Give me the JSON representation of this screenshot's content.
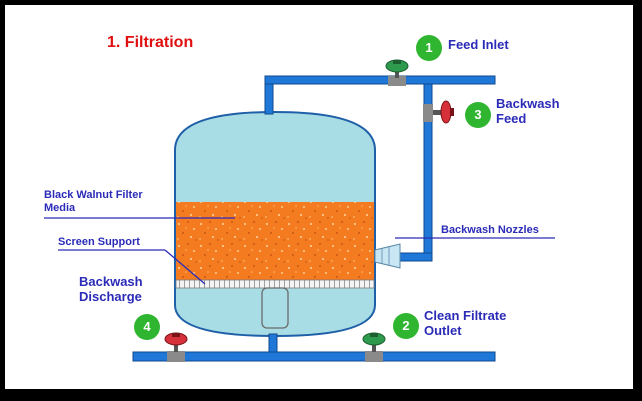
{
  "title": "1. Filtration",
  "labels": {
    "feed_inlet": "Feed Inlet",
    "backwash_feed": [
      "Backwash",
      "Feed"
    ],
    "black_walnut": [
      "Black Walnut Filter",
      "Media"
    ],
    "screen_support": "Screen Support",
    "backwash_nozzles": "Backwash Nozzles",
    "backwash_discharge": [
      "Backwash",
      "Discharge"
    ],
    "clean_filtrate": [
      "Clean Filtrate",
      "Outlet"
    ]
  },
  "markers": {
    "feed_inlet": "1",
    "clean_filtrate": "2",
    "backwash_feed": "3",
    "backwash_discharge": "4"
  },
  "colors": {
    "pipe": "#1f78d8",
    "tank_water": "#a8dde6",
    "media": "#f47b20",
    "label_text": "#2b2bb8",
    "title_text": "#e01010",
    "marker": "#2fb52f",
    "valve_green": "#2e9a4e",
    "valve_red": "#d6303a"
  }
}
